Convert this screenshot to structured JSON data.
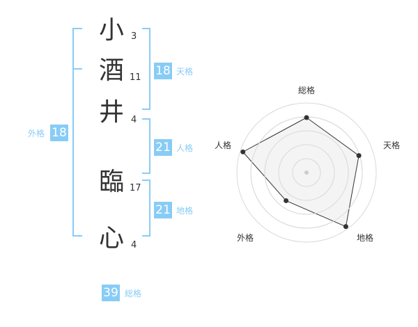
{
  "name": {
    "characters": [
      {
        "char": "小",
        "strokes": "3"
      },
      {
        "char": "酒",
        "strokes": "11"
      },
      {
        "char": "井",
        "strokes": "4"
      },
      {
        "char": "臨",
        "strokes": "17"
      },
      {
        "char": "心",
        "strokes": "4"
      }
    ]
  },
  "fortunes": {
    "tenkaku": {
      "value": "18",
      "label": "天格"
    },
    "jinkaku": {
      "value": "21",
      "label": "人格"
    },
    "chikaku": {
      "value": "21",
      "label": "地格"
    },
    "gaikaku": {
      "value": "18",
      "label": "外格"
    },
    "soukaku": {
      "value": "39",
      "label": "総格"
    }
  },
  "colors": {
    "accent": "#88ccf6",
    "text": "#333333",
    "radar_fill": "#f2f2f2",
    "radar_ring": "#d9d9d9"
  },
  "chart_data": {
    "type": "radar",
    "axes": [
      "総格",
      "天格",
      "地格",
      "外格",
      "人格"
    ],
    "series": [
      {
        "values": [
          0.79,
          0.79,
          0.96,
          0.5,
          0.96
        ]
      }
    ],
    "rings": 5,
    "range": [
      0,
      1
    ]
  }
}
